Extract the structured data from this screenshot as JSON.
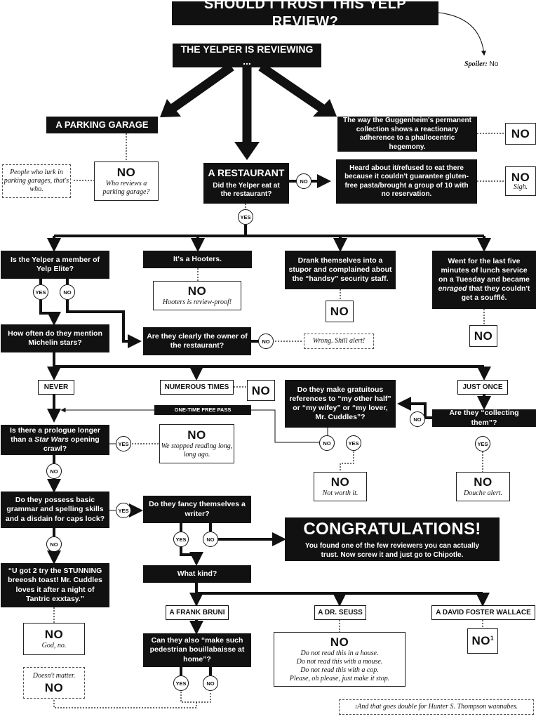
{
  "title": "SHOULD I TRUST THIS YELP REVIEW?",
  "spoiler": {
    "label": "Spoiler:",
    "value": " No"
  },
  "reviewing": "THE YELPER IS REVIEWING ...",
  "parking": {
    "label": "A PARKING GARAGE",
    "no": "NO",
    "caption": "Who reviews a parking garage?",
    "aside": "People who lurk in parking garages, that's who."
  },
  "guggenheim": {
    "text": "The way the Guggenheim's permanent collection shows a reactionary adherence to a phallocentric hegemony.",
    "no": "NO"
  },
  "restaurant": {
    "label": "A RESTAURANT",
    "question": "Did the Yelper eat at the restaurant?",
    "no_choice": "NO",
    "yes_choice": "YES"
  },
  "heard": {
    "text": "Heard about it/refused to eat there because it couldn't guarantee gluten-free pasta/brought a group of 10 with no reservation.",
    "no": "NO",
    "caption": "Sigh."
  },
  "elite": {
    "text": "Is the Yelper a member of Yelp Elite?",
    "yes": "YES",
    "no": "NO"
  },
  "hooters": {
    "text": "It's a Hooters.",
    "no": "NO",
    "caption": "Hooters is review-proof!"
  },
  "stupor": {
    "text": "Drank themselves into a stupor and complained about the “handsy” security staff.",
    "no": "NO"
  },
  "lunch": {
    "text_a": "Went for the last five minutes of lunch service on a Tuesday and became ",
    "text_em": "enraged",
    "text_b": " that they couldn't get a soufflé.",
    "no": "NO"
  },
  "michelin": {
    "text": "How often do they mention Michelin stars?"
  },
  "owner": {
    "text": "Are they clearly the owner of the restaurant?",
    "no": "NO",
    "caption": "Wrong. Shill alert!"
  },
  "freq": {
    "never": "NEVER",
    "numerous": "NUMEROUS TIMES",
    "numerous_no": "NO",
    "once": "JUST ONCE"
  },
  "gratuitous": {
    "text": "Do they make gratuitous references to “my other half” or “my wifey” or “my lover, Mr. Cuddles”?",
    "no": "NO",
    "yes": "YES",
    "result_no": "NO",
    "result_caption": "Not worth it."
  },
  "collecting": {
    "text": "Are they “collecting them”?",
    "no": "NO",
    "yes": "YES",
    "result_no": "NO",
    "result_caption": "Douche alert."
  },
  "free_pass": "ONE-TIME FREE PASS",
  "prologue": {
    "text_a": "Is there a prologue longer than a ",
    "text_em": "Star Wars",
    "text_b": " opening crawl?",
    "yes": "YES",
    "no": "NO",
    "result_no": "NO",
    "result_caption": "We stopped reading long, long ago."
  },
  "grammar": {
    "text": "Do they possess basic grammar and spelling skills and a disdain for caps lock?",
    "yes": "YES",
    "no": "NO"
  },
  "writer": {
    "text": "Do they fancy themselves a writer?",
    "yes": "YES",
    "no": "NO"
  },
  "congrats": {
    "title": "CONGRATULATIONS!",
    "text": "You found one of the few reviewers you can actually trust. Now screw it and just go to Chipotle."
  },
  "toast": {
    "text": "“U got 2 try the STUNNING breeosh toast! Mr. Cuddles loves it after a night of Tantric exxtasy.”",
    "no": "NO",
    "caption": "God, no."
  },
  "kind": {
    "text": "What kind?",
    "bruni": "A FRANK BRUNI",
    "seuss": "A DR. SEUSS",
    "dfw": "A DAVID FOSTER WALLACE"
  },
  "bouillabaisse": {
    "text": "Can they also “make such pedestrian bouillabaisse at home”?",
    "yes": "YES",
    "no": "NO"
  },
  "doesnt": {
    "caption": "Doesn't matter.",
    "no": "NO"
  },
  "seuss_result": {
    "no": "NO",
    "lines": [
      "Do not read this in a house.",
      "Do not read this with a mouse.",
      "Do not read this with a cop.",
      "Please, oh please, just make it stop."
    ]
  },
  "dfw_result": {
    "no": "NO",
    "sup": "1"
  },
  "footnote": {
    "sup": "1",
    "text": " And that goes double for Hunter S. Thompson wannabes."
  }
}
